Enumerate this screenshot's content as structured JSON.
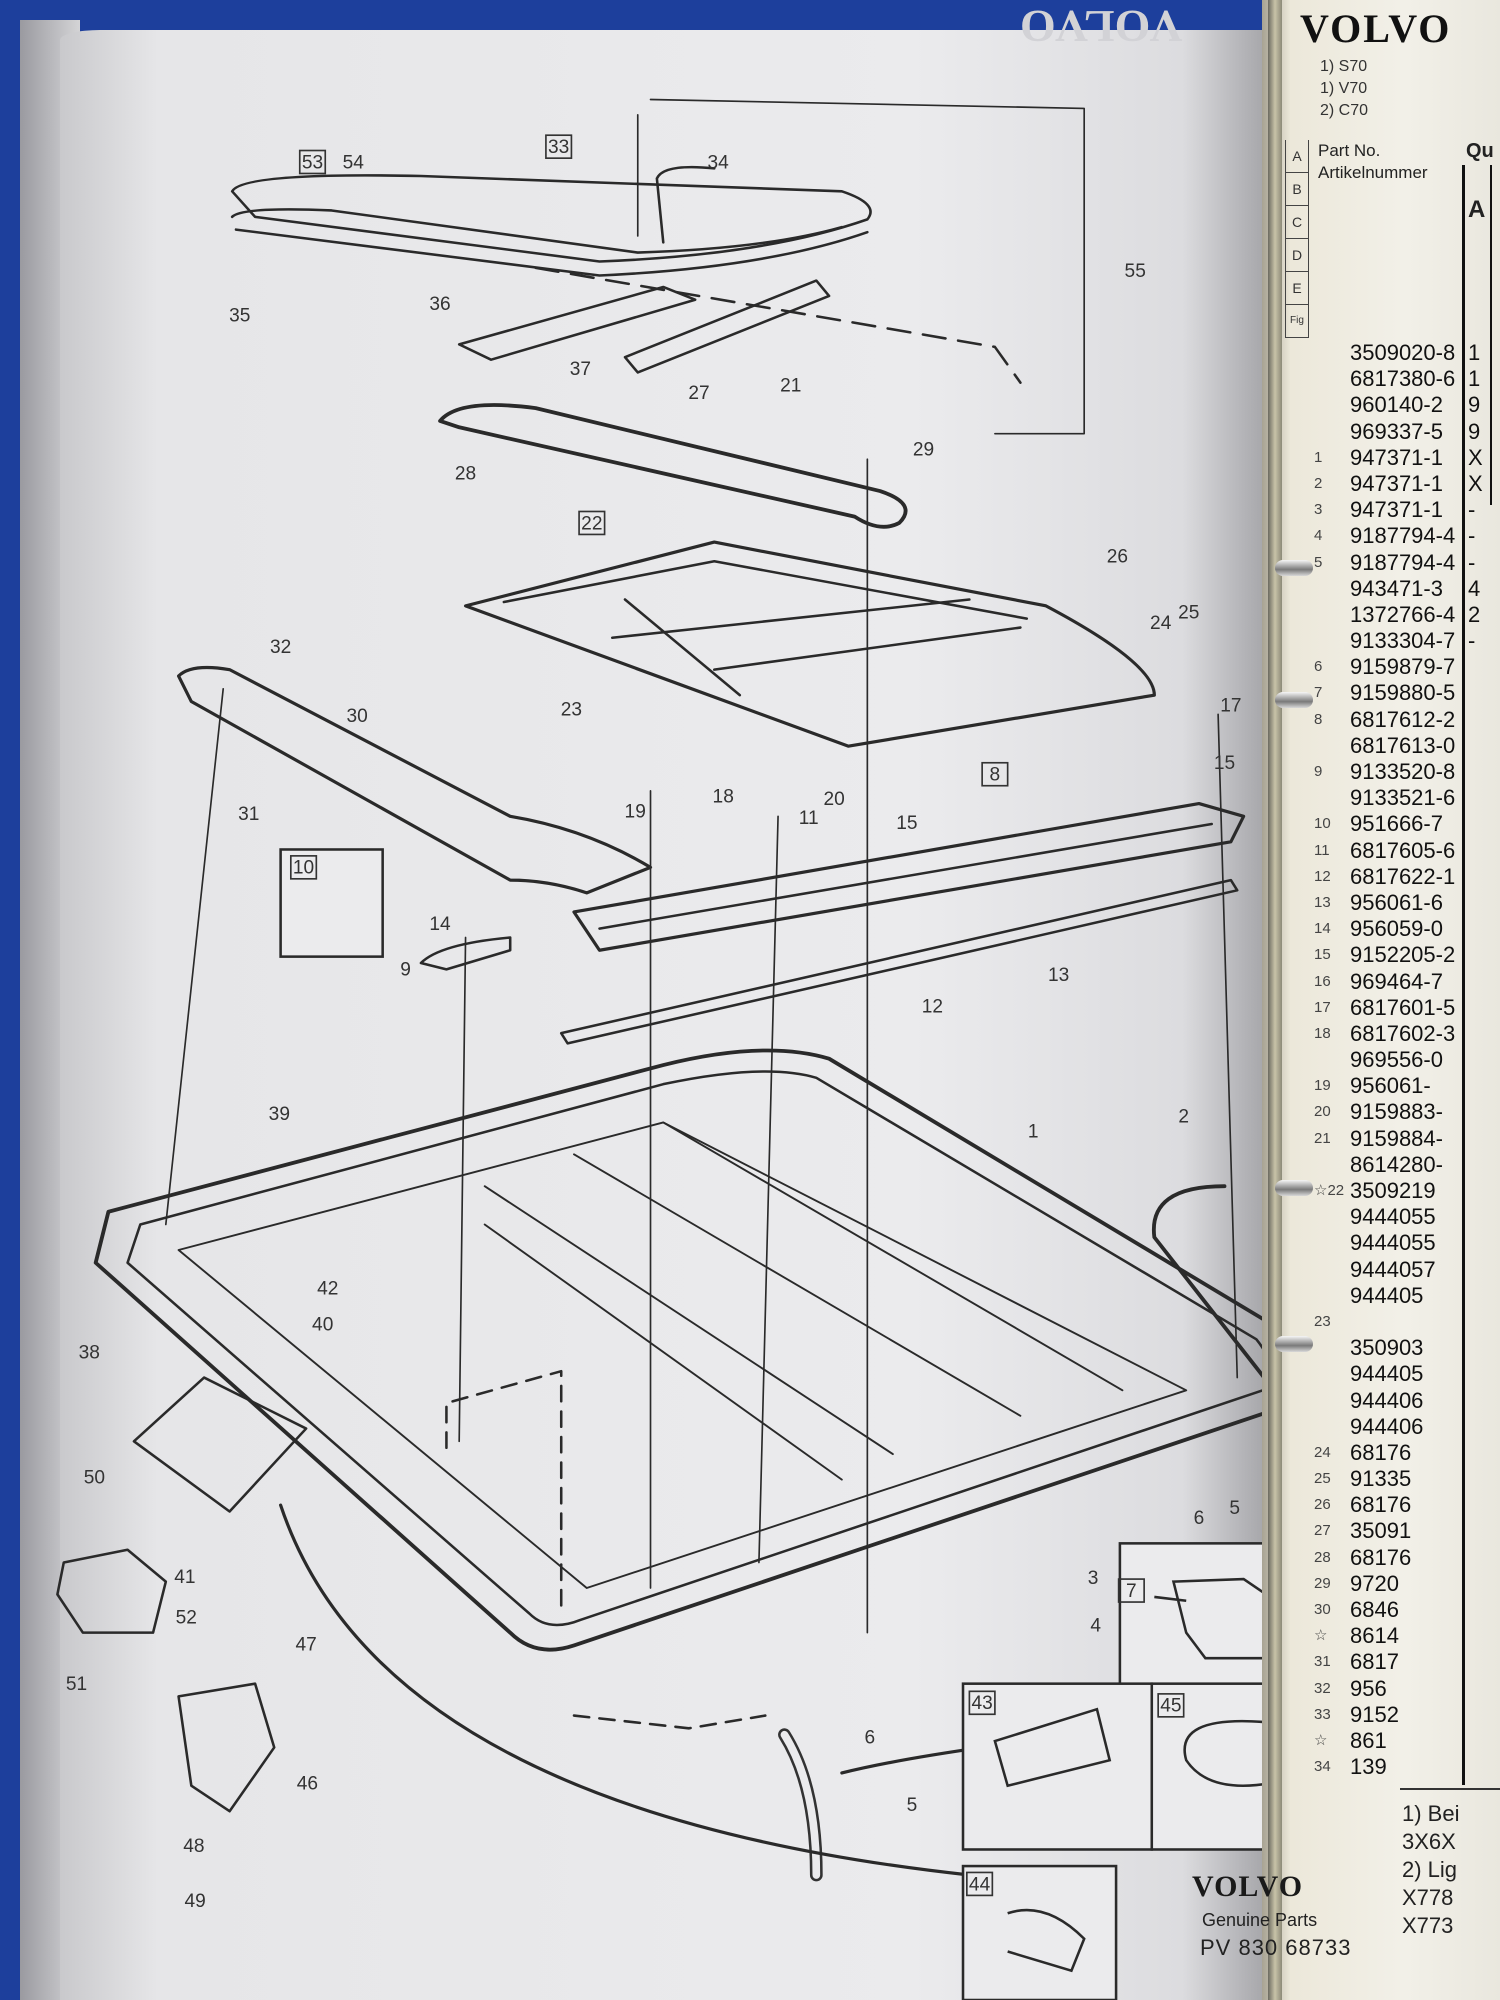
{
  "diagram": {
    "callouts": [
      "53",
      "54",
      "33",
      "34",
      "35",
      "36",
      "37",
      "21",
      "55",
      "27",
      "28",
      "29",
      "22",
      "26",
      "25",
      "24",
      "32",
      "30",
      "23",
      "17",
      "15",
      "31",
      "19",
      "18",
      "20",
      "11",
      "8",
      "15",
      "10",
      "14",
      "9",
      "13",
      "12",
      "39",
      "1",
      "2",
      "42",
      "40",
      "38",
      "50",
      "5",
      "6",
      "3",
      "4",
      "7",
      "41",
      "52",
      "47",
      "51",
      "6",
      "43",
      "45",
      "46",
      "5",
      "48",
      "49",
      "44"
    ],
    "boxed_callouts": [
      "53",
      "33",
      "22",
      "8",
      "10",
      "7",
      "43",
      "45",
      "44"
    ],
    "line_color": "#2a2a2a",
    "paper_color": "#ebebed"
  },
  "footer": {
    "logo": "VOLVO",
    "tagline": "Genuine Parts",
    "publication_no": "PV 830 68733"
  },
  "right_page": {
    "brand": "VOLVO",
    "models": [
      "1) S70",
      "1) V70",
      "2) C70"
    ],
    "variant_letters": [
      "A",
      "B",
      "C",
      "D",
      "E"
    ],
    "fig_label": "Fig",
    "part_no_label": "Part No.",
    "part_no_label_de": "Artikelnummer",
    "qty_label": "Qu",
    "qty_col": "A",
    "rows": [
      {
        "ref": "",
        "part": "3509020-8",
        "qty": "1"
      },
      {
        "ref": "",
        "part": "6817380-6",
        "qty": "1"
      },
      {
        "ref": "",
        "part": "960140-2",
        "qty": "9"
      },
      {
        "ref": "",
        "part": "969337-5",
        "qty": "9"
      },
      {
        "ref": "1",
        "part": "947371-1",
        "qty": "X"
      },
      {
        "ref": "2",
        "part": "947371-1",
        "qty": "X"
      },
      {
        "ref": "3",
        "part": "947371-1",
        "qty": "-"
      },
      {
        "ref": "4",
        "part": "9187794-4",
        "qty": "-"
      },
      {
        "ref": "5",
        "part": "9187794-4",
        "qty": "-"
      },
      {
        "ref": "",
        "part": "943471-3",
        "qty": "4"
      },
      {
        "ref": "",
        "part": "1372766-4",
        "qty": "2"
      },
      {
        "ref": "",
        "part": "9133304-7",
        "qty": "-"
      },
      {
        "ref": "6",
        "part": "9159879-7",
        "qty": ""
      },
      {
        "ref": "7",
        "part": "9159880-5",
        "qty": ""
      },
      {
        "ref": "8",
        "part": "6817612-2",
        "qty": ""
      },
      {
        "ref": "",
        "part": "6817613-0",
        "qty": ""
      },
      {
        "ref": "9",
        "part": "9133520-8",
        "qty": ""
      },
      {
        "ref": "",
        "part": "9133521-6",
        "qty": ""
      },
      {
        "ref": "10",
        "part": "951666-7",
        "qty": ""
      },
      {
        "ref": "11",
        "part": "6817605-6",
        "qty": ""
      },
      {
        "ref": "12",
        "part": "6817622-1",
        "qty": ""
      },
      {
        "ref": "13",
        "part": "956061-6",
        "qty": ""
      },
      {
        "ref": "14",
        "part": "956059-0",
        "qty": ""
      },
      {
        "ref": "15",
        "part": "9152205-2",
        "qty": ""
      },
      {
        "ref": "16",
        "part": "969464-7",
        "qty": ""
      },
      {
        "ref": "17",
        "part": "6817601-5",
        "qty": ""
      },
      {
        "ref": "18",
        "part": "6817602-3",
        "qty": ""
      },
      {
        "ref": "",
        "part": "969556-0",
        "qty": ""
      },
      {
        "ref": "19",
        "part": "956061-",
        "qty": ""
      },
      {
        "ref": "20",
        "part": "9159883-",
        "qty": ""
      },
      {
        "ref": "21",
        "part": "9159884-",
        "qty": ""
      },
      {
        "ref": "",
        "part": "8614280-",
        "qty": ""
      },
      {
        "ref": "☆22",
        "part": "3509219",
        "qty": ""
      },
      {
        "ref": "",
        "part": "9444055",
        "qty": ""
      },
      {
        "ref": "",
        "part": "9444055",
        "qty": ""
      },
      {
        "ref": "",
        "part": "9444057",
        "qty": ""
      },
      {
        "ref": "",
        "part": "944405",
        "qty": ""
      },
      {
        "ref": "23",
        "part": "",
        "qty": ""
      },
      {
        "ref": "",
        "part": "350903",
        "qty": ""
      },
      {
        "ref": "",
        "part": "944405",
        "qty": ""
      },
      {
        "ref": "",
        "part": "944406",
        "qty": ""
      },
      {
        "ref": "",
        "part": "944406",
        "qty": ""
      },
      {
        "ref": "24",
        "part": "68176",
        "qty": ""
      },
      {
        "ref": "25",
        "part": "91335",
        "qty": ""
      },
      {
        "ref": "26",
        "part": "68176",
        "qty": ""
      },
      {
        "ref": "27",
        "part": "35091",
        "qty": ""
      },
      {
        "ref": "28",
        "part": "68176",
        "qty": ""
      },
      {
        "ref": "29",
        "part": "9720",
        "qty": ""
      },
      {
        "ref": "30",
        "part": "6846",
        "qty": ""
      },
      {
        "ref": "☆",
        "part": "8614",
        "qty": ""
      },
      {
        "ref": "31",
        "part": "6817",
        "qty": ""
      },
      {
        "ref": "32",
        "part": "956",
        "qty": ""
      },
      {
        "ref": "33",
        "part": "9152",
        "qty": ""
      },
      {
        "ref": "☆",
        "part": "861",
        "qty": ""
      },
      {
        "ref": "34",
        "part": "139",
        "qty": ""
      }
    ],
    "footnotes": [
      "1) Bei",
      "3X6X",
      "2) Lig",
      "X778",
      "X773"
    ]
  }
}
